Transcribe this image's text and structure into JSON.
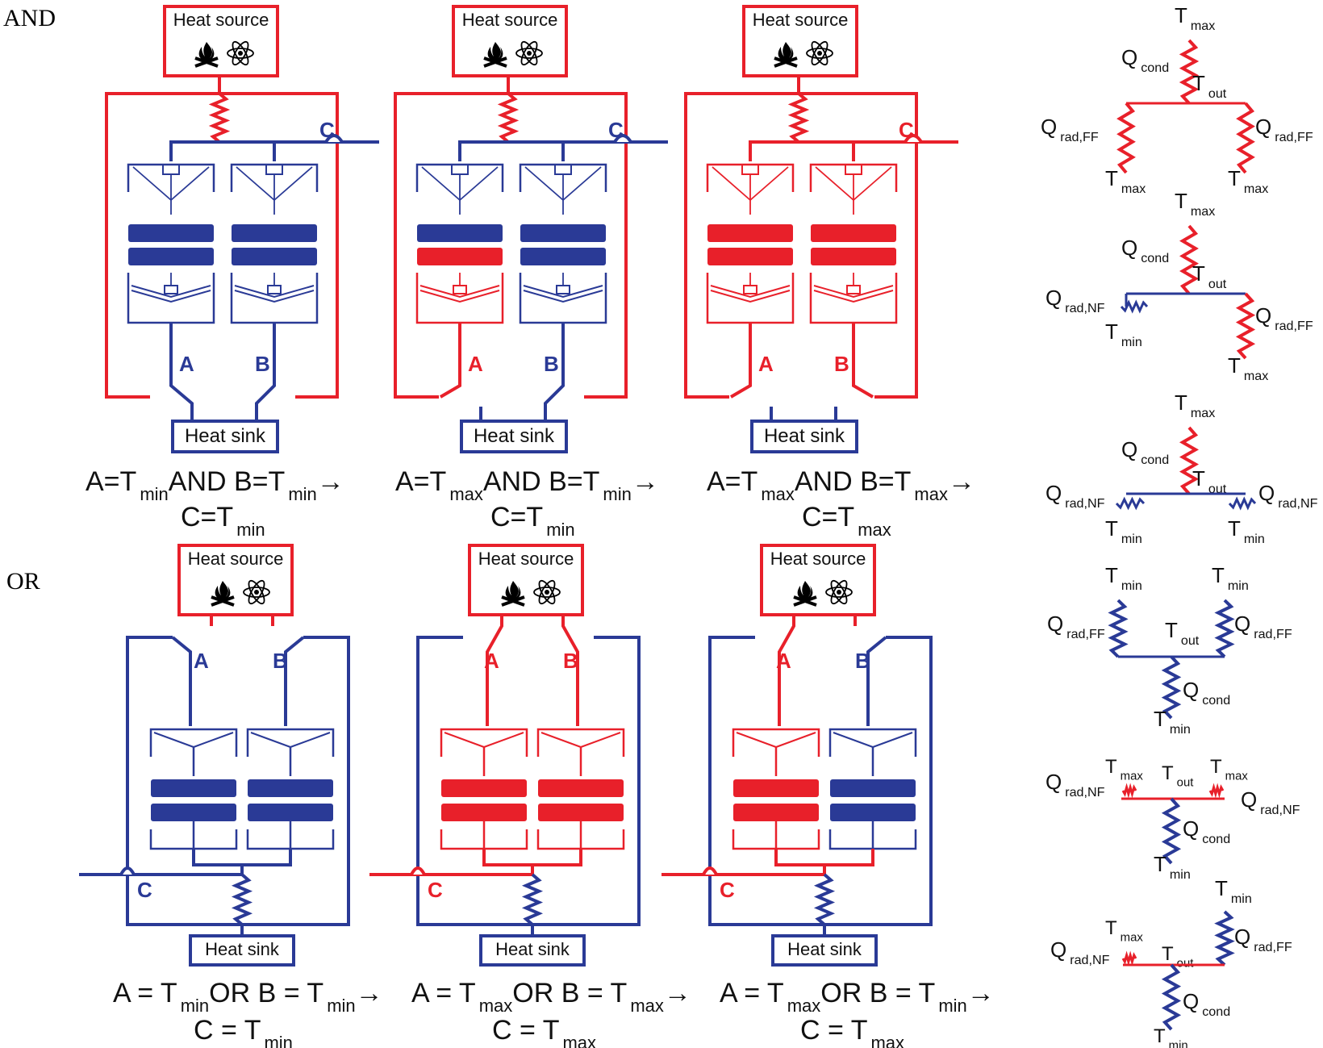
{
  "colors": {
    "hot": "#e8202a",
    "cold": "#2a3a96",
    "text": "#111111"
  },
  "labels": {
    "and": "AND",
    "or": "OR",
    "heat_source": "Heat source",
    "heat_sink": "Heat sink",
    "A": "A",
    "B": "B",
    "C": "C"
  },
  "sym": {
    "T": "T",
    "Q": "Q",
    "max": "max",
    "min": "min",
    "out": "out",
    "cond": "cond",
    "radFF": "rad,FF",
    "radNF": "rad,NF",
    "arrow": "→",
    "and_eq": {
      "A": "A=T",
      "AND": "AND B=T",
      "C": "C=T"
    },
    "or_eq": {
      "A": "A = T",
      "OR": "OR B = T",
      "C": "C = T"
    }
  },
  "and_panels": [
    {
      "name": "and-panel-1",
      "A": "min",
      "B": "min",
      "C": "min"
    },
    {
      "name": "and-panel-2",
      "A": "max",
      "B": "min",
      "C": "min"
    },
    {
      "name": "and-panel-3",
      "A": "max",
      "B": "max",
      "C": "max"
    }
  ],
  "or_panels": [
    {
      "name": "or-panel-1",
      "A": "min",
      "B": "min",
      "C": "min"
    },
    {
      "name": "or-panel-2",
      "A": "max",
      "B": "max",
      "C": "max"
    },
    {
      "name": "or-panel-3",
      "A": "max",
      "B": "min",
      "C": "max"
    }
  ],
  "icons": [
    "fire-icon",
    "atom-icon"
  ]
}
